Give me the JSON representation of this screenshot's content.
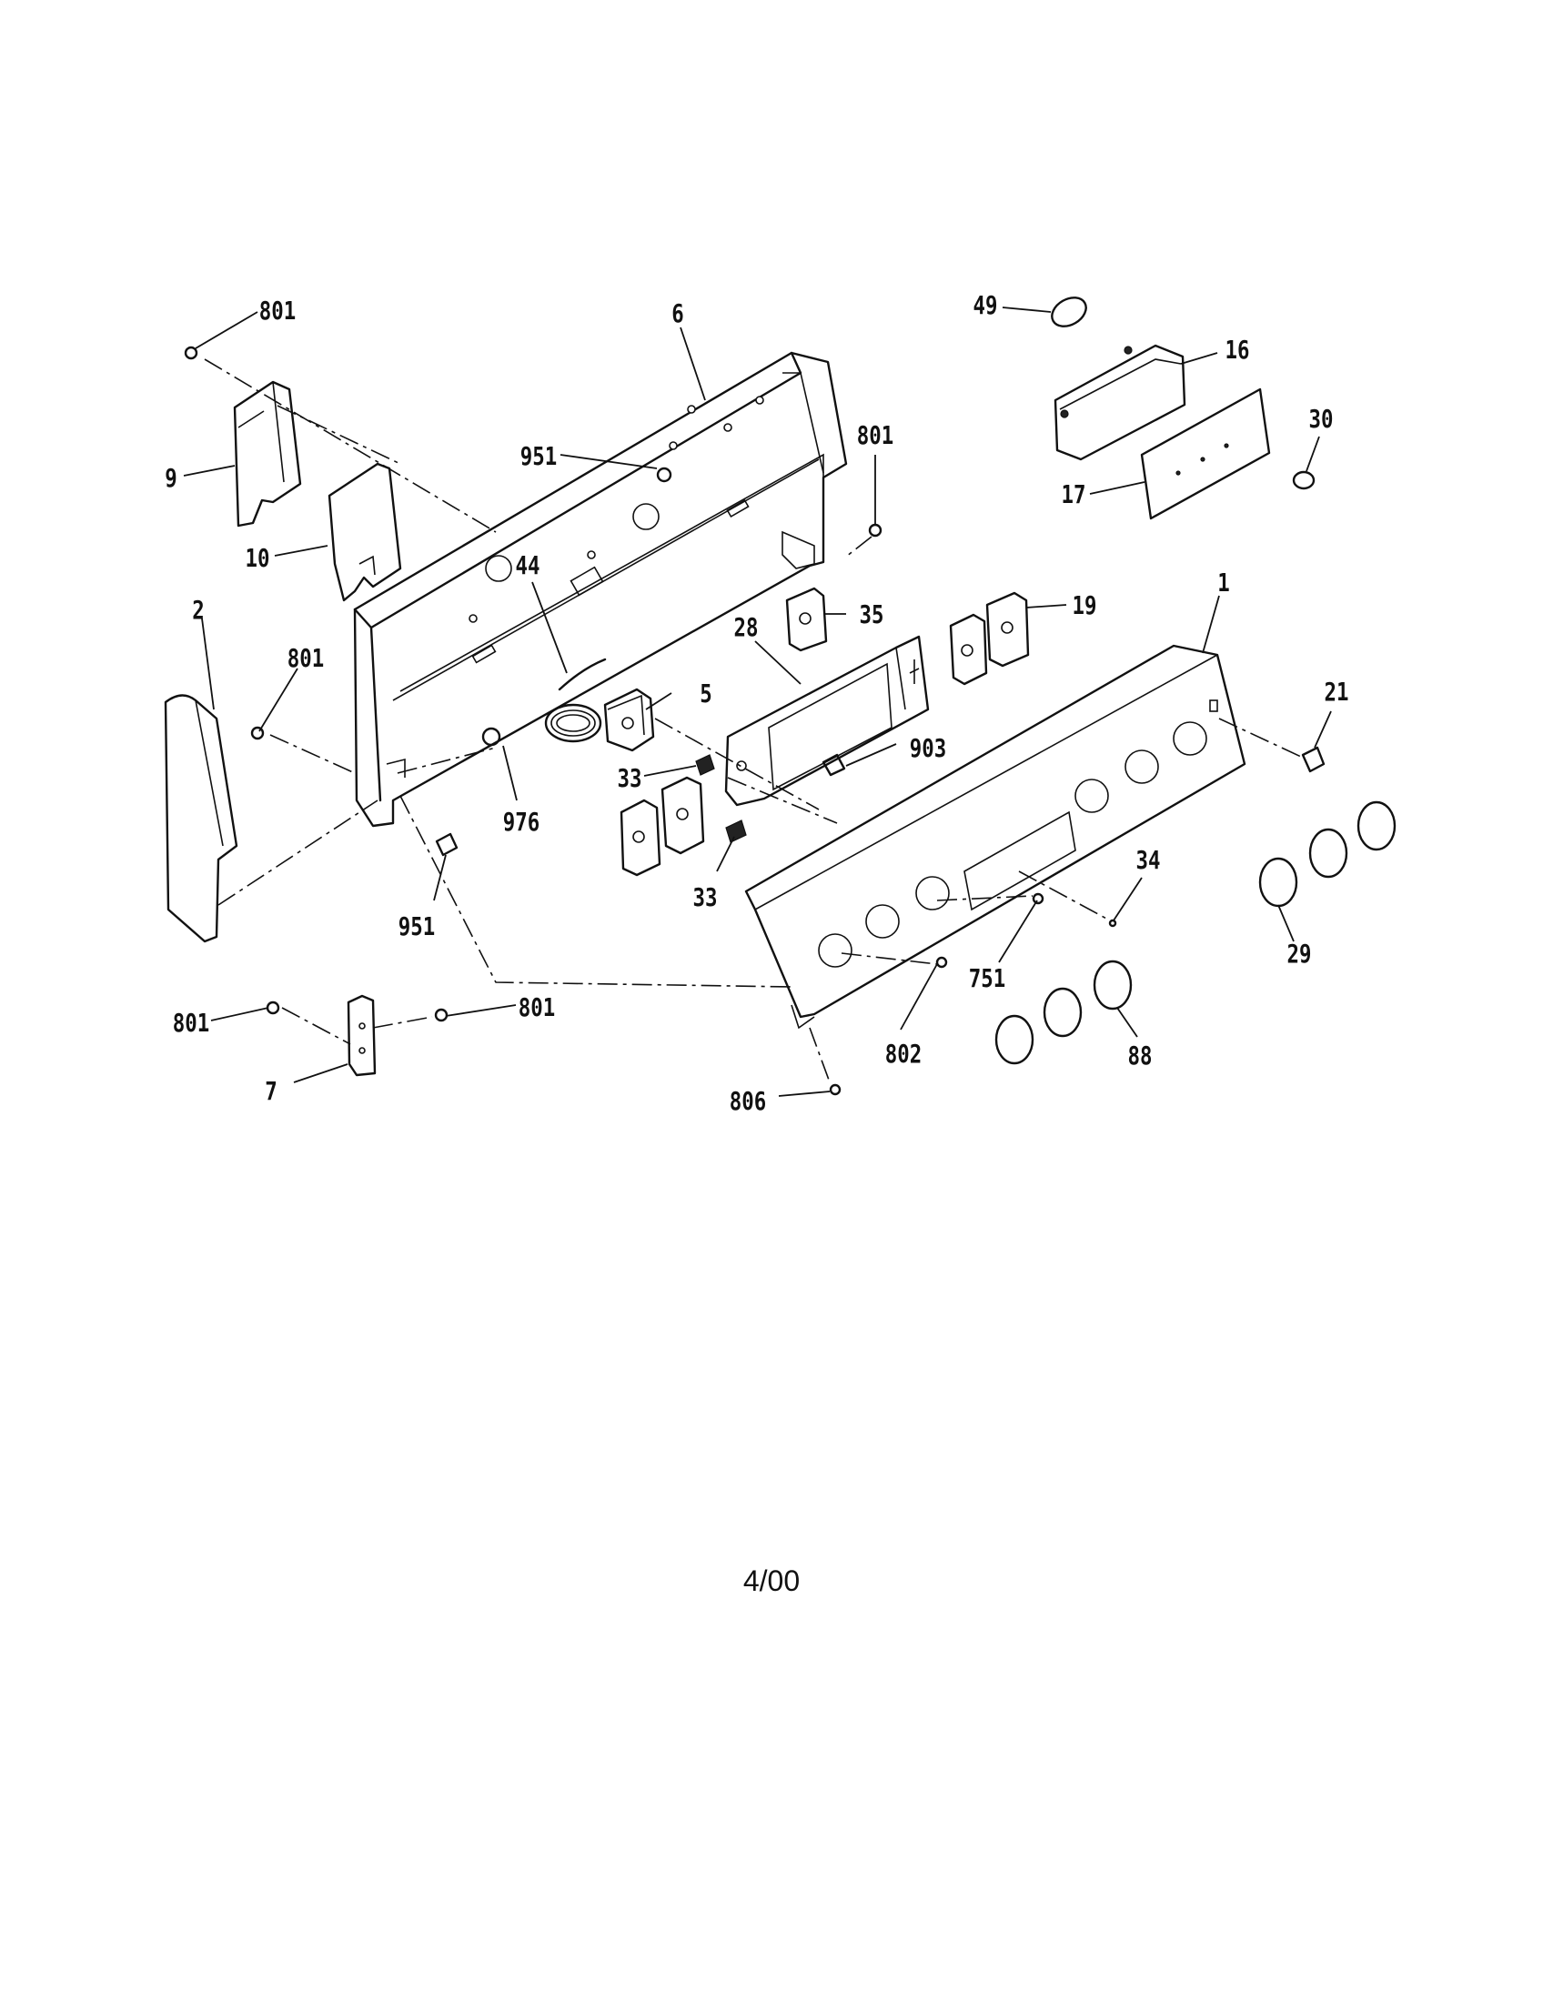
{
  "diagram": {
    "callouts": {
      "c801_top": "801",
      "c6": "6",
      "c49": "49",
      "c16": "16",
      "c30": "30",
      "c9": "9",
      "c951_top": "951",
      "c801_bracket": "801",
      "c17": "17",
      "c10": "10",
      "c44": "44",
      "c35": "35",
      "c19": "19",
      "c1": "1",
      "c2": "2",
      "c28": "28",
      "c801_left": "801",
      "c5": "5",
      "c21": "21",
      "c903": "903",
      "c33_top": "33",
      "c976": "976",
      "c34": "34",
      "c33_bottom": "33",
      "c951_bottom": "951",
      "c29": "29",
      "c751": "751",
      "c801_bottom_left": "801",
      "c801_bottom_right": "801",
      "c802": "802",
      "c88": "88",
      "c7": "7",
      "c806": "806"
    }
  },
  "footer": {
    "date_code": "4/00"
  }
}
